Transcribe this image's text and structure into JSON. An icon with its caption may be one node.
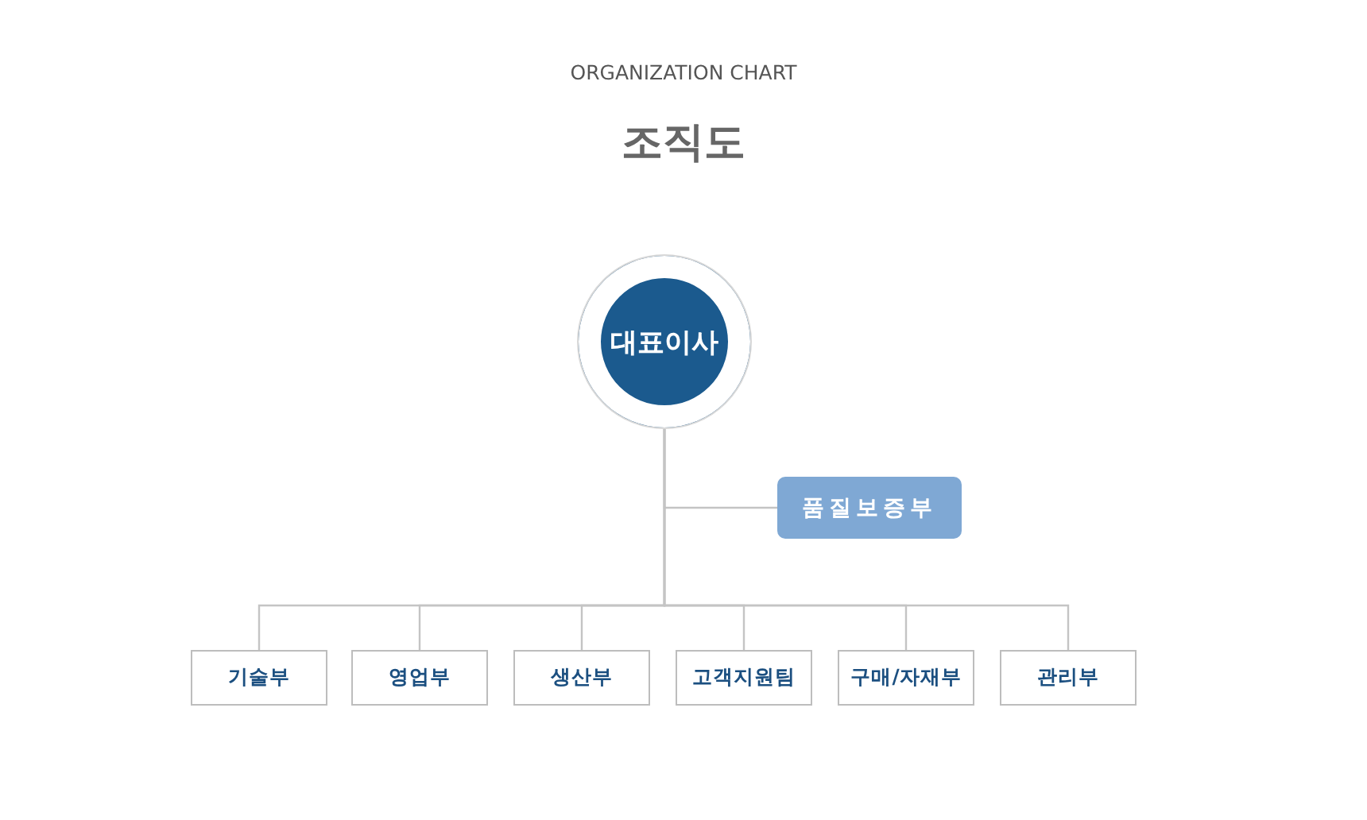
{
  "diagram": {
    "title": "조직도",
    "nodes": [
      {
        "text": [
          "대표이사"
        ]
      },
      {
        "text": [
          "품질보증부"
        ]
      },
      {
        "text": [
          "기술부"
        ]
      },
      {
        "text": [
          "영업부"
        ]
      },
      {
        "text": [
          "생산부"
        ]
      },
      {
        "text": [
          "고객지원팀"
        ]
      },
      {
        "text": [
          "구매/자재부"
        ]
      },
      {
        "text": [
          "관리부"
        ]
      }
    ],
    "edges": [
      {
        "from": 0,
        "to": 1,
        "arrow": "none"
      },
      {
        "from": 0,
        "to": 2,
        "arrow": "none"
      },
      {
        "from": 0,
        "to": 3,
        "arrow": "none"
      },
      {
        "from": 0,
        "to": 4,
        "arrow": "none"
      },
      {
        "from": 0,
        "to": 5,
        "arrow": "none"
      },
      {
        "from": 0,
        "to": 6,
        "arrow": "none"
      },
      {
        "from": 0,
        "to": 7,
        "arrow": "none"
      }
    ],
    "labels": [
      "ORGANIZATION CHART"
    ]
  }
}
